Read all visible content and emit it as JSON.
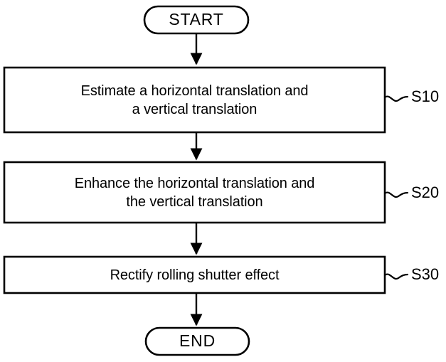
{
  "diagram": {
    "type": "flowchart",
    "orientation": "vertical",
    "background_color": "#ffffff",
    "line_color": "#000000",
    "text_color": "#000000",
    "nodes": [
      {
        "id": "start",
        "shape": "terminator",
        "label": "START"
      },
      {
        "id": "s10",
        "shape": "process",
        "label": "Estimate a horizontal translation and\na vertical translation",
        "step": "S10"
      },
      {
        "id": "s20",
        "shape": "process",
        "label": "Enhance the horizontal translation and\nthe vertical translation",
        "step": "S20"
      },
      {
        "id": "s30",
        "shape": "process",
        "label": "Rectify rolling shutter effect",
        "step": "S30"
      },
      {
        "id": "end",
        "shape": "terminator",
        "label": "END"
      }
    ],
    "edges": [
      {
        "from": "start",
        "to": "s10",
        "style": "solid-arrow"
      },
      {
        "from": "s10",
        "to": "s20",
        "style": "solid-arrow"
      },
      {
        "from": "s20",
        "to": "s30",
        "style": "solid-arrow"
      },
      {
        "from": "s30",
        "to": "end",
        "style": "solid-arrow"
      }
    ],
    "step_labels": [
      "S10",
      "S20",
      "S30"
    ]
  }
}
